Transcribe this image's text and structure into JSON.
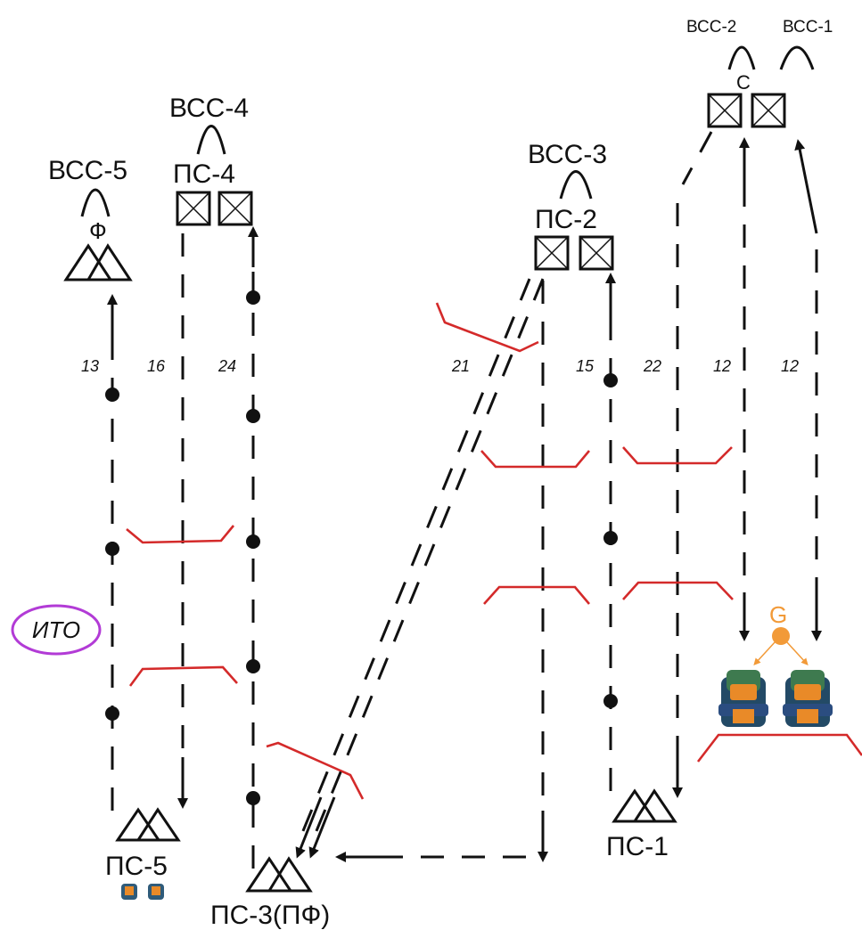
{
  "stations": {
    "vss1": "ВСС-1",
    "vss2": "ВСС-2",
    "vss3": "ВСС-3",
    "vss4": "ВСС-4",
    "vss5": "ВСС-5",
    "c": "С",
    "f": "Ф",
    "ps1": "ПС-1",
    "ps2": "ПС-2",
    "ps3": "ПС-3(ПФ)",
    "ps4": "ПС-4",
    "ps5": "ПС-5"
  },
  "ito": "ИТО",
  "g_label": "G",
  "numbers": {
    "n13": "13",
    "n16": "16",
    "n24": "24",
    "n21": "21",
    "n15": "15",
    "n22": "22",
    "n12a": "12",
    "n12b": "12"
  },
  "colors": {
    "ridge": "#d42a2a",
    "ito_border": "#b23bd6",
    "g_node": "#f29a38"
  }
}
